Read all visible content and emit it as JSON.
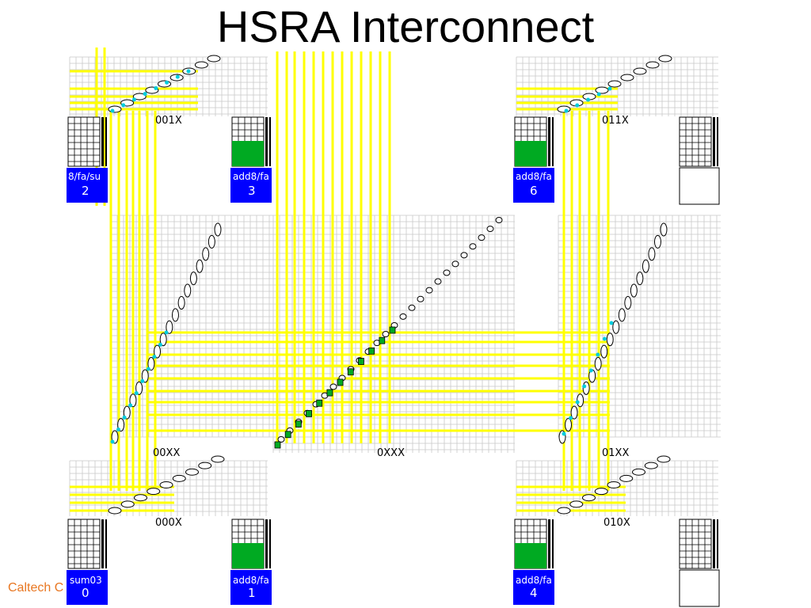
{
  "title": "HSRA Interconnect",
  "footer": "Caltech C",
  "colors": {
    "wire": "#ffff00",
    "grid": "#c8c8c8",
    "switch": "#00ccdd",
    "block": "#0000ff",
    "green": "#00aa22"
  },
  "switch_labels": {
    "s001X": "001X",
    "s011X": "011X",
    "s00XX": "00XX",
    "s0XXX": "0XXX",
    "s01XX": "01XX",
    "s000X": "000X",
    "s010X": "010X"
  },
  "blocks": {
    "b2": {
      "name": "8/fa/su",
      "num": "2"
    },
    "b3": {
      "name": "add8/fa",
      "num": "3"
    },
    "b6": {
      "name": "add8/fa",
      "num": "6"
    },
    "b0": {
      "name": "sum03",
      "num": "0"
    },
    "b1": {
      "name": "add8/fa",
      "num": "1"
    },
    "b4": {
      "name": "add8/fa",
      "num": "4"
    }
  }
}
